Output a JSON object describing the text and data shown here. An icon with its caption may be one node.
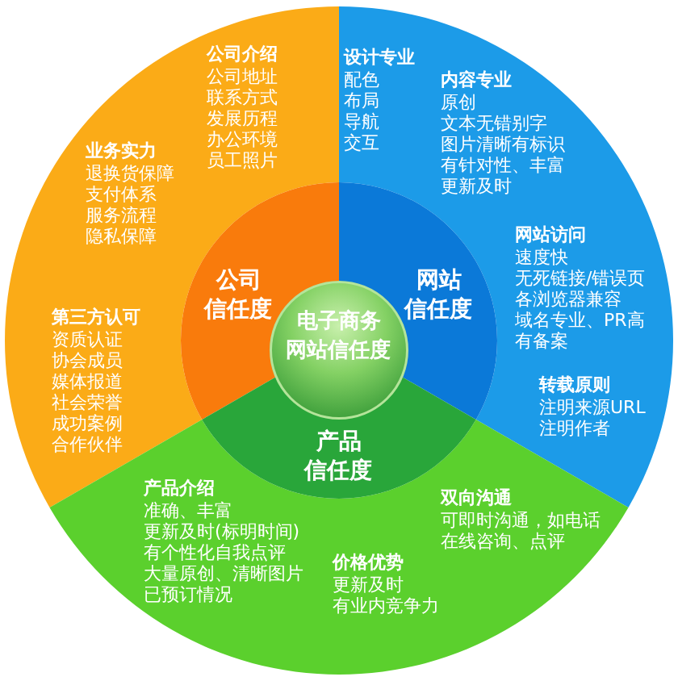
{
  "diagram": {
    "nodes": [
      {
        "text": [
          "电子商务网站信任度"
        ]
      },
      {
        "text": [
          "公司信任度"
        ]
      },
      {
        "text": [
          "网站信任度"
        ]
      },
      {
        "text": [
          "产品信任度"
        ]
      },
      {
        "text": [
          "公司介绍",
          "公司地址",
          "联系方式",
          "发展历程",
          "办公环境",
          "员工照片",
          "业务实力",
          "退换货保障",
          "支付体系",
          "服务流程",
          "隐私保障",
          "第三方认可",
          "资质认证",
          "协会成员",
          "媒体报道",
          "社会荣誉",
          "成功案例",
          "合作伙伴"
        ]
      },
      {
        "text": [
          "设计专业",
          "配色",
          "布局",
          "导航",
          "交互",
          "内容专业",
          "原创",
          "文本无错别字",
          "图片清晰有标识",
          "有针对性、丰富",
          "更新及时",
          "网站访问",
          "速度快",
          "无死链接/错误页",
          "各浏览器兼容",
          "域名专业、PR高",
          "有备案",
          "转载原则",
          "注明来源URL",
          "注明作者"
        ]
      },
      {
        "text": [
          "产品介绍",
          "准确、丰富",
          "更新及时(标明时间)",
          "有个性化自我点评",
          "大量原创、清晰图片",
          "已预订情况",
          "双向沟通",
          "可即时沟通，如电话",
          "在线咨询、点评",
          "价格优势",
          "更新及时",
          "有业内竞争力"
        ]
      }
    ]
  }
}
